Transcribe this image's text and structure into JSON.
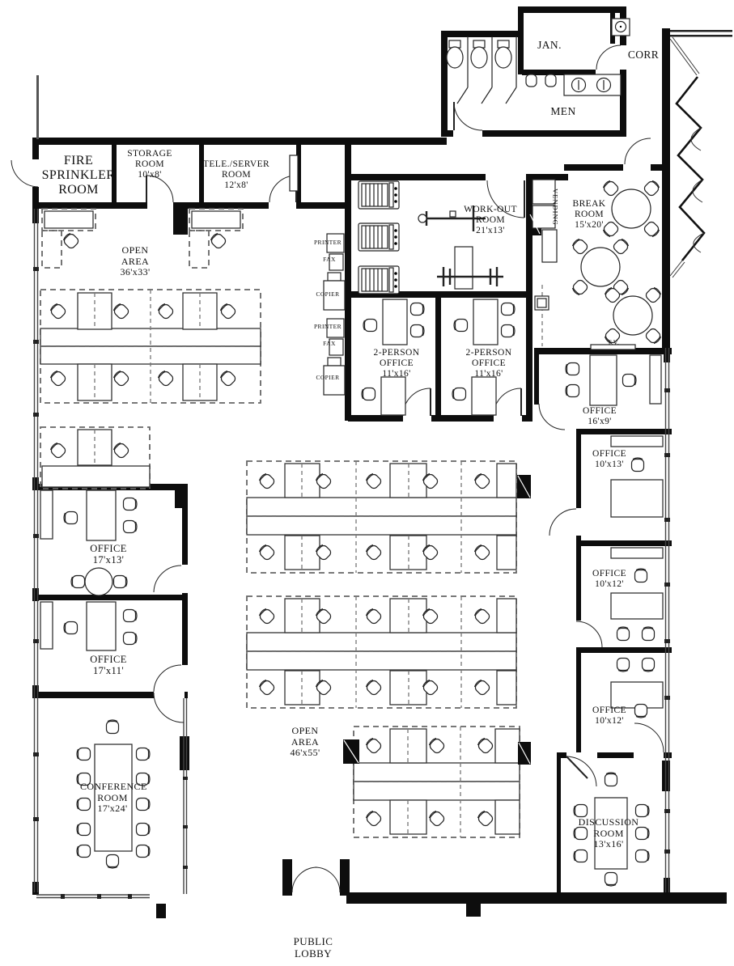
{
  "plan": {
    "rooms": {
      "fire_sprinkler": {
        "name": "FIRE SPRINKLER ROOM",
        "dims": ""
      },
      "storage": {
        "name": "STORAGE ROOM",
        "dims": "10'x8'"
      },
      "tele_server": {
        "name": "TELE./SERVER ROOM",
        "dims": "12'x8'"
      },
      "open_area_nw": {
        "name": "OPEN AREA",
        "dims": "36'x33'"
      },
      "janitor": {
        "name": "JAN.",
        "dims": ""
      },
      "corridor": {
        "name": "CORR",
        "dims": ""
      },
      "mens_room": {
        "name": "MEN",
        "dims": ""
      },
      "workout_room": {
        "name": "WORK-OUT ROOM",
        "dims": "21'x13'"
      },
      "break_room": {
        "name": "BREAK ROOM",
        "dims": "15'x20'"
      },
      "two_person_office_a": {
        "name": "2-PERSON OFFICE",
        "dims": "11'x16'"
      },
      "two_person_office_b": {
        "name": "2-PERSON OFFICE",
        "dims": "11'x16'"
      },
      "office_16x9": {
        "name": "OFFICE",
        "dims": "16'x9'"
      },
      "office_10x13": {
        "name": "OFFICE",
        "dims": "10'x13'"
      },
      "office_17x13": {
        "name": "OFFICE",
        "dims": "17'x13'"
      },
      "office_17x11": {
        "name": "OFFICE",
        "dims": "17'x11'"
      },
      "office_10x12_a": {
        "name": "OFFICE",
        "dims": "10'x12'"
      },
      "office_10x12_b": {
        "name": "OFFICE",
        "dims": "10'x12'"
      },
      "open_area_center": {
        "name": "OPEN AREA",
        "dims": "46'x55'"
      },
      "conference_room": {
        "name": "CONFERENCE ROOM",
        "dims": "17'x24'"
      },
      "discussion_room": {
        "name": "DISCUSSION ROOM",
        "dims": "13'x16'"
      },
      "public_lobby": {
        "name": "PUBLIC LOBBY",
        "dims": ""
      }
    },
    "equipment_labels": {
      "printer": "PRINTER",
      "fax": "FAX",
      "copier": "COPIER",
      "vending": "VENDING",
      "tv": "T.V."
    },
    "colors": {
      "wall": "#0d0d0d",
      "line": "#222222",
      "partition": "#666666",
      "background": "#ffffff"
    }
  }
}
